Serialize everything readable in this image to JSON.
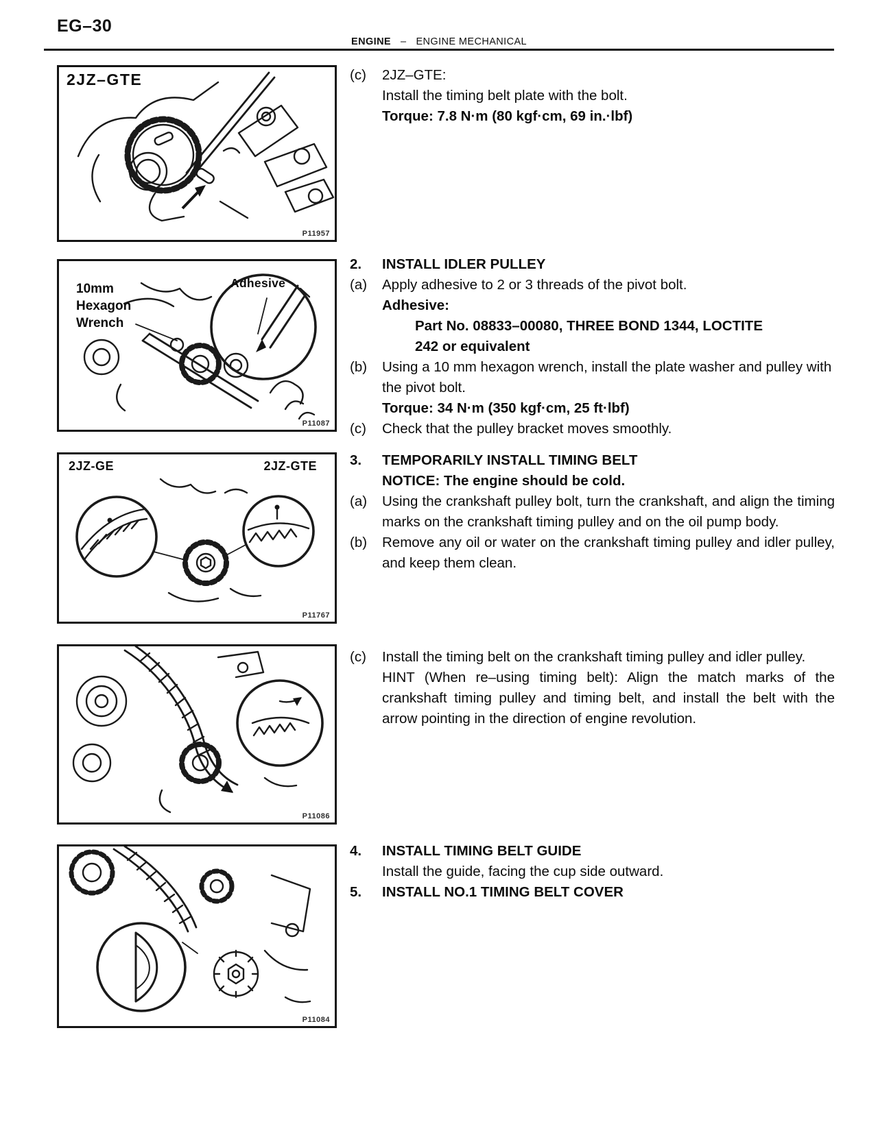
{
  "header": {
    "page_id": "EG–30",
    "section_left": "ENGINE",
    "dash": "–",
    "section_right": "ENGINE MECHANICAL"
  },
  "figures": [
    {
      "label": "2JZ–GTE",
      "code": "P11957"
    },
    {
      "label_line1": "10mm",
      "label_line2": "Hexagon",
      "label_line3": "Wrench",
      "callout": "Adhesive",
      "code": "P11087"
    },
    {
      "label_left": "2JZ-GE",
      "label_right": "2JZ-GTE",
      "code": "P11767"
    },
    {
      "code": "P11086"
    },
    {
      "code": "P11084"
    }
  ],
  "content": {
    "c_prev": {
      "marker": "(c)",
      "line1": "2JZ–GTE:",
      "line2": "Install the timing belt plate with the bolt.",
      "torque": "Torque: 7.8 N·m (80 kgf·cm, 69 in.·lbf)"
    },
    "s2": {
      "num": "2.",
      "title": "INSTALL IDLER PULLEY",
      "a_marker": "(a)",
      "a_text": "Apply adhesive to 2 or 3 threads of the pivot bolt.",
      "adhesive_label": "Adhesive:",
      "part_line1": "Part No. 08833–00080, THREE BOND 1344, LOCTITE",
      "part_line2": "242 or equivalent",
      "b_marker": "(b)",
      "b_text": "Using a 10 mm hexagon wrench, install the plate washer and pulley with the pivot bolt.",
      "b_torque": "Torque: 34 N·m (350 kgf·cm, 25 ft·lbf)",
      "c_marker": "(c)",
      "c_text": "Check that the pulley bracket moves smoothly."
    },
    "s3": {
      "num": "3.",
      "title": "TEMPORARILY INSTALL TIMING BELT",
      "notice": "NOTICE: The engine should be cold.",
      "a_marker": "(a)",
      "a_text": "Using the crankshaft pulley bolt, turn the crankshaft, and align the timing marks on the crankshaft timing pulley and on the oil pump body.",
      "b_marker": "(b)",
      "b_text": "Remove any oil or water on the crankshaft timing pulley and idler pulley, and keep them clean.",
      "c_marker": "(c)",
      "c_text": "Install the timing belt on the crankshaft timing pulley and idler pulley.",
      "c_hint": "HINT (When re–using timing belt): Align the match marks of the crankshaft timing pulley and timing belt, and install the belt with the arrow pointing in the direction of engine revolution."
    },
    "s4": {
      "num": "4.",
      "title": "INSTALL TIMING BELT GUIDE",
      "text": "Install the guide, facing the cup side outward."
    },
    "s5": {
      "num": "5.",
      "title": "INSTALL NO.1 TIMING BELT COVER"
    }
  }
}
